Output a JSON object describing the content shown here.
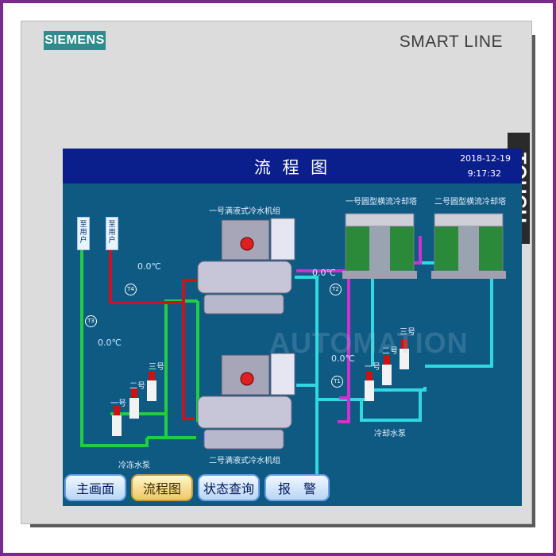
{
  "brand": {
    "logo": "SIEMENS",
    "product_line": "SMART LINE",
    "side_label": "TOUCH"
  },
  "hmi": {
    "title": "流 程 图",
    "date": "2018-12-19",
    "time": "9:17:32",
    "users": [
      "至用户",
      "至用户"
    ],
    "chiller_1_label": "一号满液式冷水机组",
    "chiller_2_label": "二号满液式冷水机组",
    "tower_1_label": "一号圆型横流冷却塔",
    "tower_2_label": "二号圆型横流冷却塔",
    "chilled_pump_label": "冷冻水泵",
    "cooling_pump_label": "冷却水泵",
    "pump_labels": [
      "一号",
      "二号",
      "三号"
    ],
    "temps": [
      "0.0℃",
      "0.0℃",
      "0.0℃",
      "0.0℃"
    ],
    "tags": [
      "T4",
      "T3",
      "T2",
      "T1"
    ],
    "watermark": "AUTOMATION"
  },
  "nav": {
    "buttons": [
      "主画面",
      "流程图",
      "状态查询",
      "报　警"
    ],
    "active_index": 1
  },
  "colors": {
    "chilled": "#22cc44",
    "return": "#d01020",
    "cooling_supply": "#30d8e0",
    "cooling_return": "#d030d0"
  }
}
